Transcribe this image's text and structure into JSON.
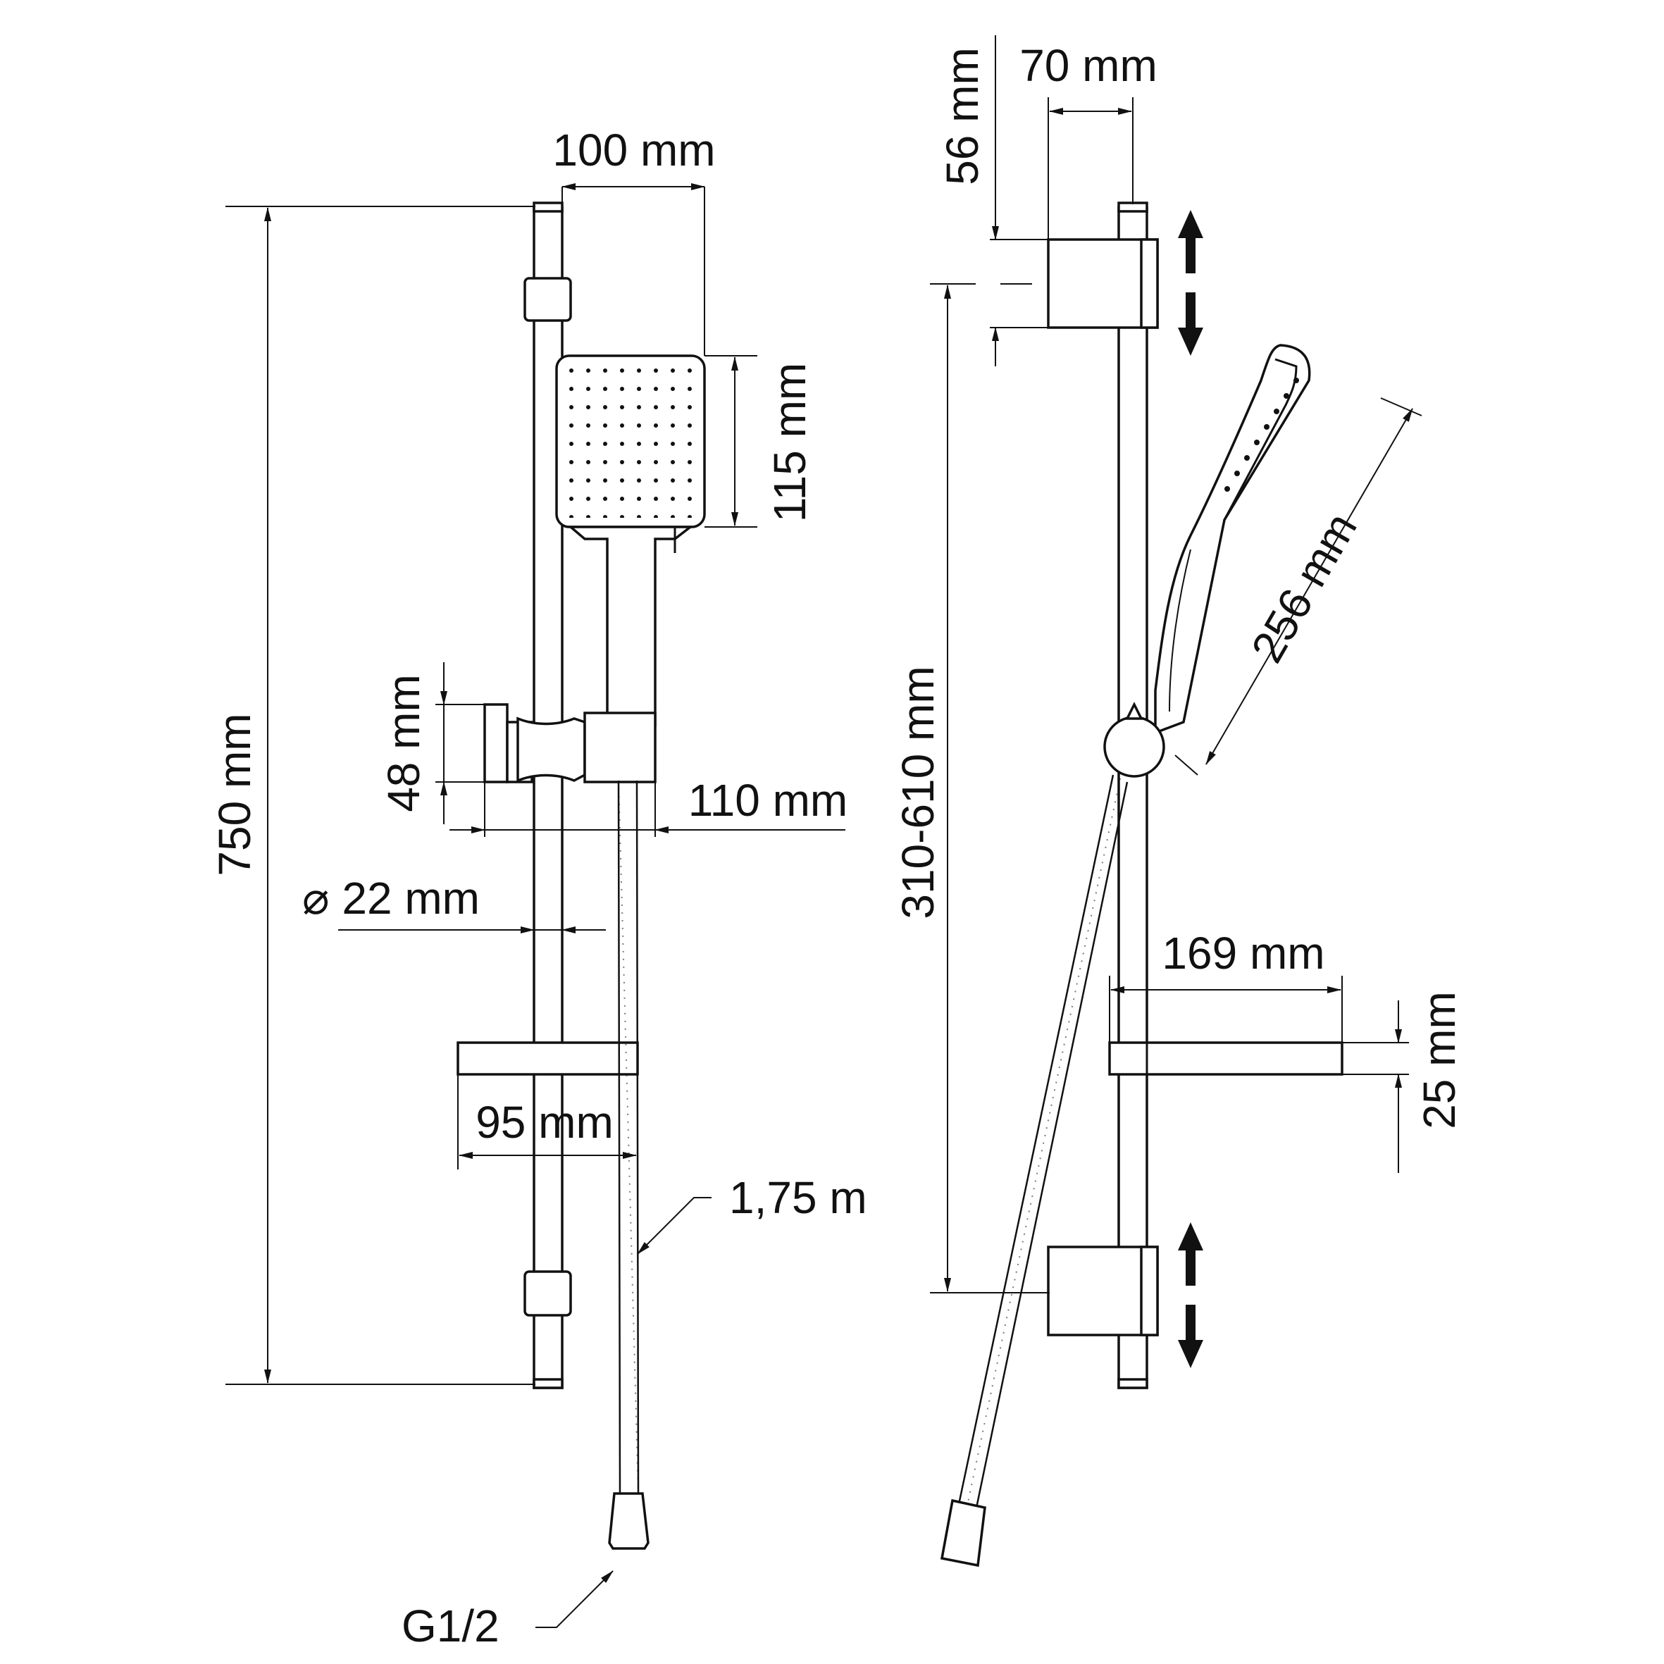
{
  "front_view": {
    "dim_height": "750 mm",
    "dim_head_width": "100 mm",
    "dim_head_height": "115 mm",
    "dim_holder_height": "48 mm",
    "dim_holder_width": "110 mm",
    "dim_bar_diameter": "⌀ 22 mm",
    "dim_soap_width": "95 mm",
    "dim_hose_length": "1,75 m",
    "dim_connector": "G1/2"
  },
  "side_view": {
    "dim_bracket_height": "56 mm",
    "dim_bracket_depth": "70 mm",
    "dim_adjust_range": "310-610 mm",
    "dim_handshower_length": "256 mm",
    "dim_soap_depth": "169 mm",
    "dim_soap_height": "25 mm"
  },
  "colors": {
    "line": "#111111",
    "background": "#ffffff"
  }
}
